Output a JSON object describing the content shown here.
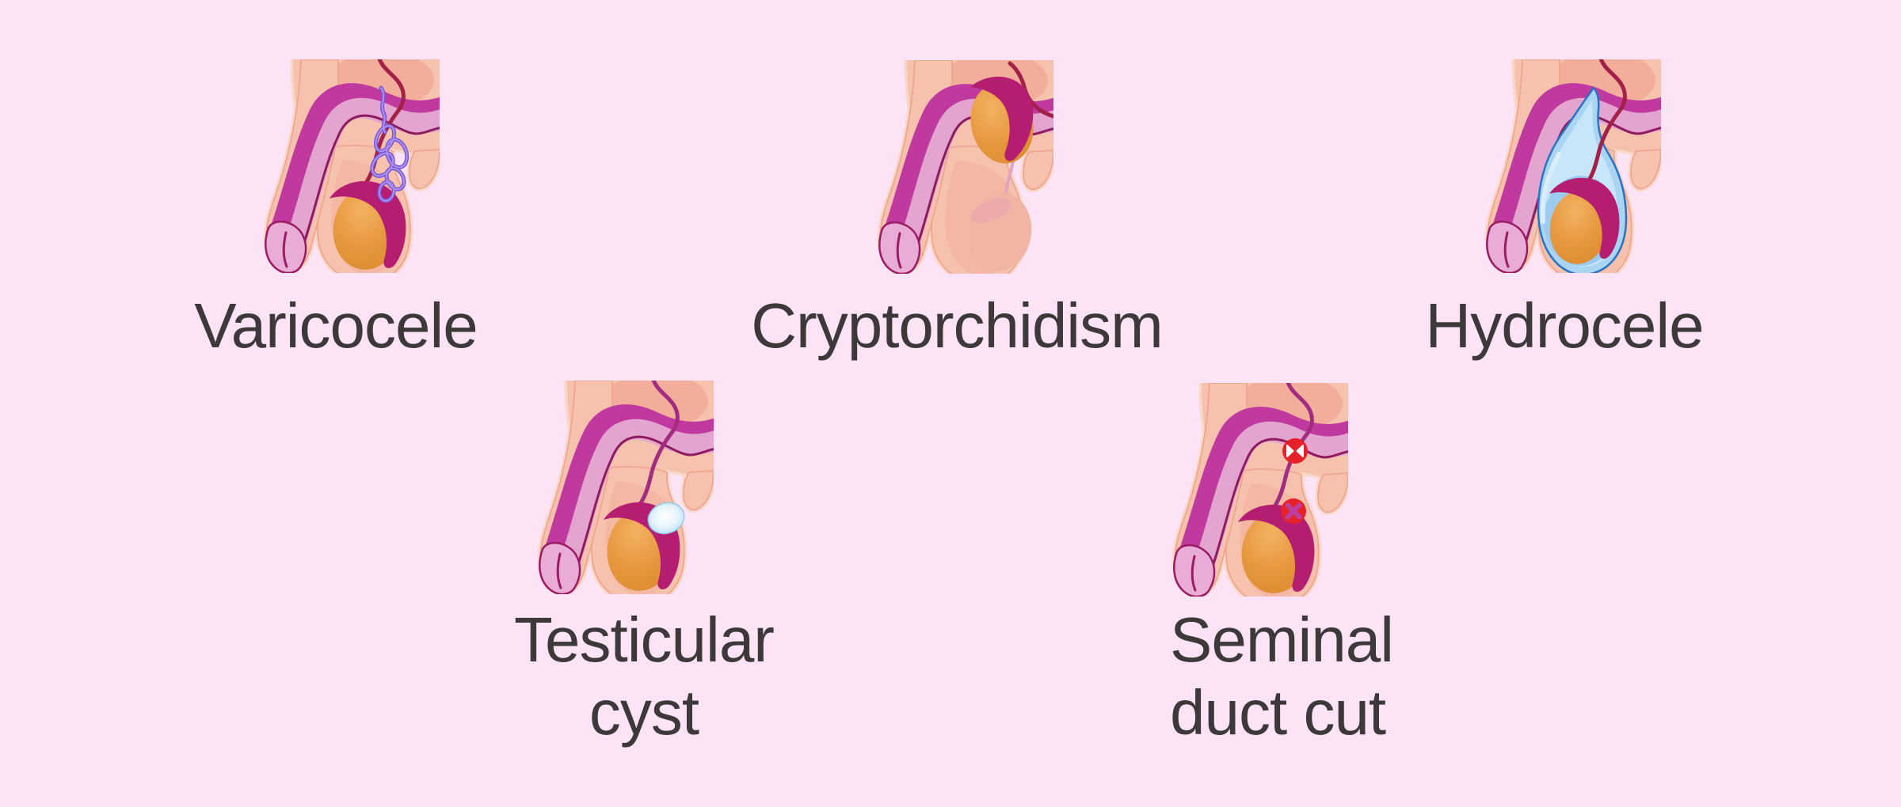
{
  "diagram": {
    "background_color": "#FCE3F5",
    "label_color": "#3D393B",
    "panels": [
      {
        "id": "varicocele",
        "label": "Varicocele",
        "depicts": "scrotum cross-section with enlarged tangled pampiniform veins above the testicle"
      },
      {
        "id": "cryptorchidism",
        "label": "Cryptorchidism",
        "depicts": "undescended testicle retained in the groin with empty scrotum"
      },
      {
        "id": "hydrocele",
        "label": "Hydrocele",
        "depicts": "testicle surrounded by blue fluid-filled sac"
      },
      {
        "id": "testicular-cyst",
        "label": "Testicular\ncyst",
        "depicts": "glossy pale-blue cyst at the upper pole of the testicle"
      },
      {
        "id": "seminal-duct-cut",
        "label": "Seminal\nduct cut",
        "depicts": "vas deferens interrupted at two points marked with red X badges"
      }
    ],
    "colors": {
      "skin": "#F6C2AE",
      "skin_halo": "#FAD8C9",
      "skin_shade": "#F2AE9B",
      "skin_outline": "#EFA58E",
      "shaft_magenta": "#C0399E",
      "shaft_pink": "#E3A5D0",
      "shaft_line": "#8E1A5F",
      "glans": "#E8ACD7",
      "glans_outline": "#9A1C64",
      "duct_red": "#A32048",
      "duct_magenta": "#A22C80",
      "testis": "#E79940",
      "testis_light": "#F3B261",
      "testis_dark": "#DD8C2E",
      "epididymis": "#B51E70",
      "vein": "#7B55DB",
      "vein_light": "#AB93F1",
      "hydrocele_stroke": "#2A72C7",
      "hydrocele_fill": "#A9D4F2",
      "hydrocele_deep": "#9CCBF0",
      "hydrocele_light": "#C8E6FA",
      "cyst_edge": "#8FCBEE",
      "cyst_fill": "#FFFFFF",
      "cyst_rim": "#B9E0F6",
      "ghost_testis": "#F2B5A4",
      "ghost_shade": "#E9A8AC",
      "ghost_duct": "#E0A5C3",
      "badge_red": "#E62129",
      "badge_x_white": "#FFFFFF",
      "badge_x_magenta": "#BE3F9F"
    }
  }
}
